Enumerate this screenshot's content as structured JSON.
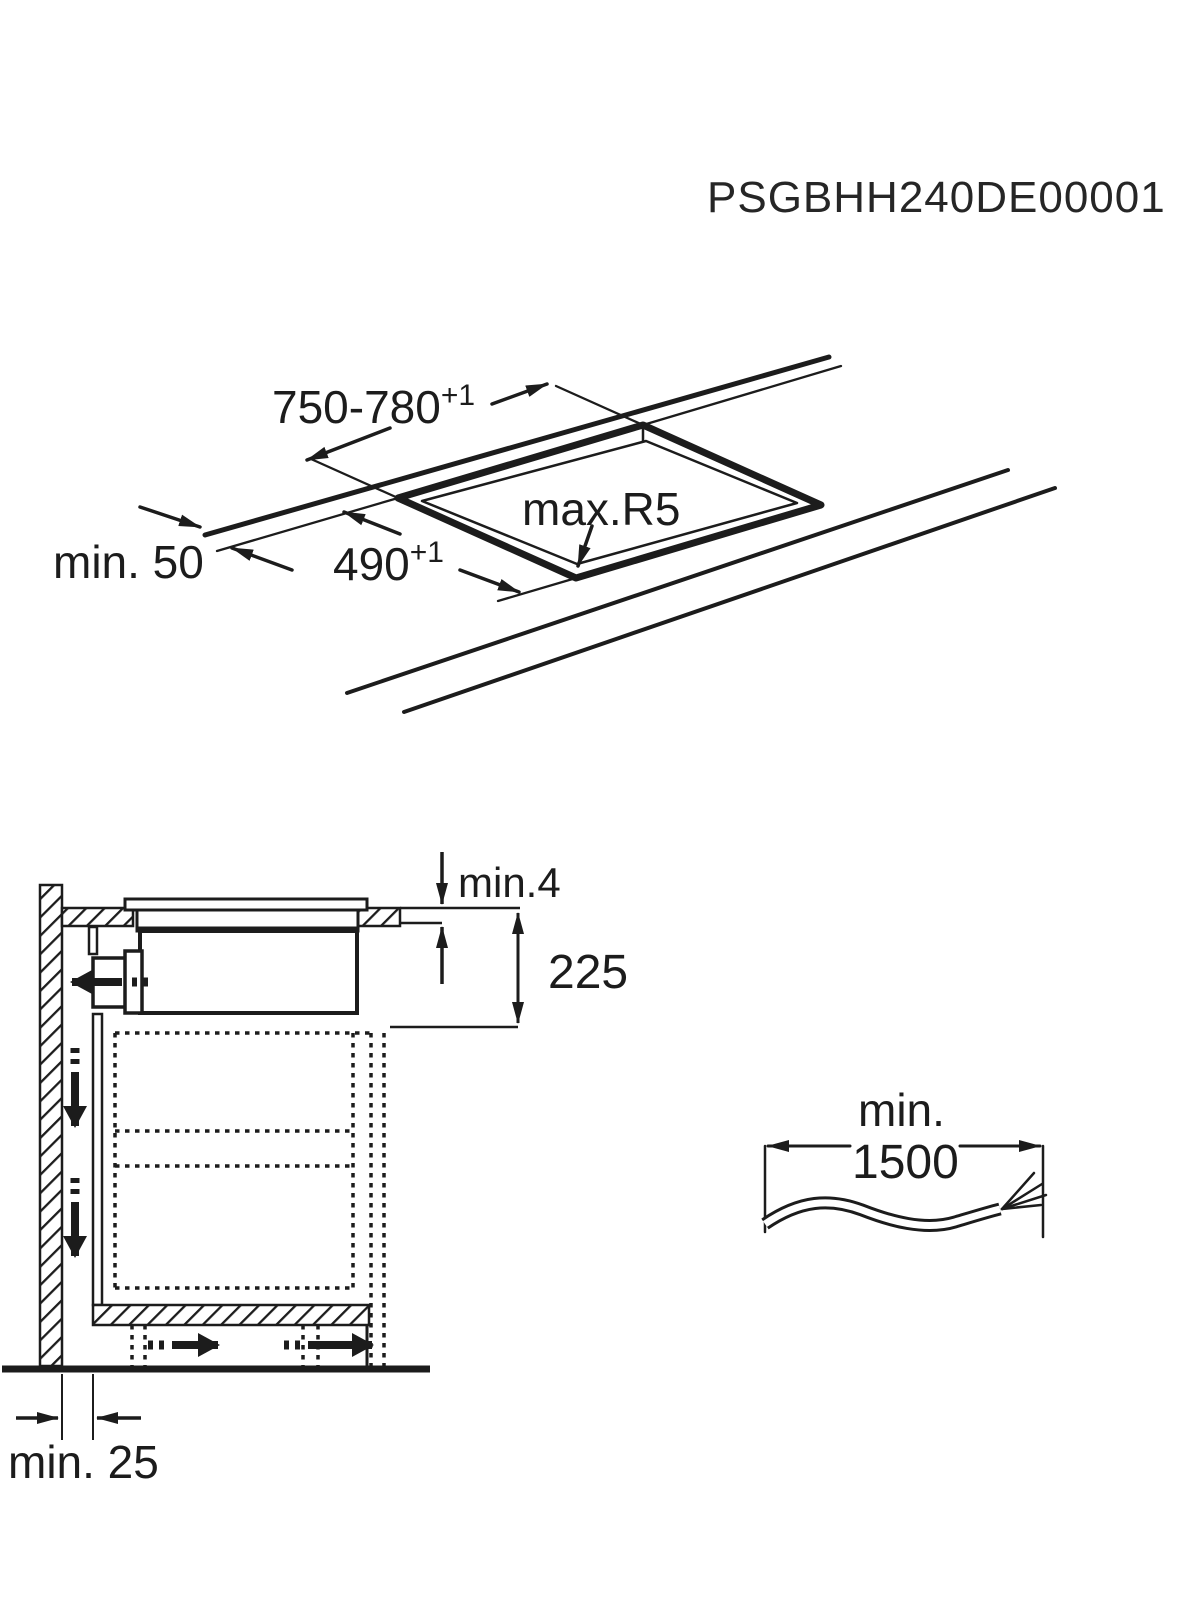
{
  "page": {
    "background": "#ffffff",
    "line_color": "#1c1c1c",
    "part_number": "PSGBHH240DE00001"
  },
  "cutout_diagram": {
    "width": {
      "value": "750-780",
      "tolerance": "+1"
    },
    "depth": {
      "value": "490",
      "tolerance": "+1"
    },
    "min_edge_distance": "min. 50",
    "max_corner_radius": "max.R5"
  },
  "side_view_diagram": {
    "min_top_clearance": "min.4",
    "required_depth": "225",
    "min_wall_gap": "min. 25"
  },
  "cable_diagram": {
    "min_label": "min.",
    "length_value": "1500"
  }
}
